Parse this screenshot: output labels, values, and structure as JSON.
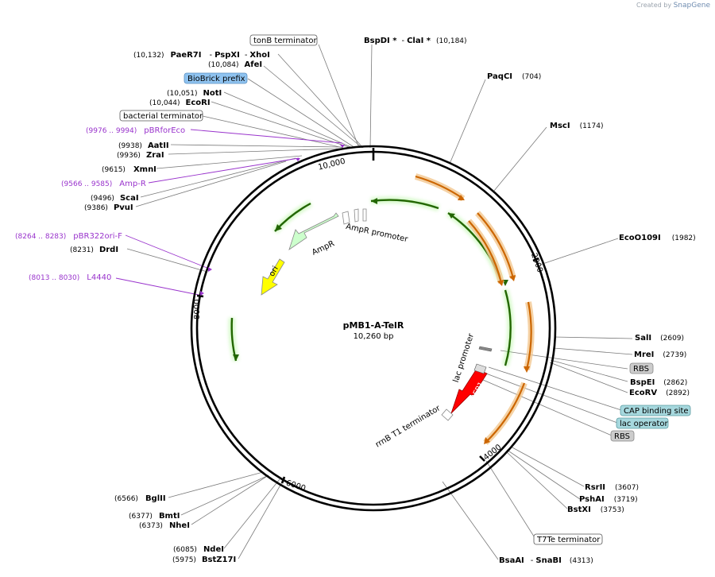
{
  "brand": {
    "created_by": "Created by",
    "name": "SnapGene"
  },
  "plasmid": {
    "name": "pMB1-A-TelR",
    "size_label": "10,260 bp",
    "length": 10260
  },
  "ticks": [
    "10,000",
    "2000",
    "4000",
    "6000",
    "8000"
  ],
  "features": [
    {
      "label": "ori",
      "color": "#ffff00"
    },
    {
      "label": "AmpR",
      "color": "#ccffcc"
    },
    {
      "label": "AmpR promoter",
      "color": "#ffffff"
    },
    {
      "label": "mRFP1",
      "color": "#ff0000"
    },
    {
      "label": "lac promoter",
      "color": "#ffffff"
    },
    {
      "label": "rrnB T1 terminator",
      "color": "#ffffff"
    }
  ],
  "annotations": [
    {
      "label": "tonB terminator",
      "kind": "box-white"
    },
    {
      "label": "BioBrick prefix",
      "kind": "box-blue"
    },
    {
      "label": "bacterial terminator",
      "kind": "box-white"
    },
    {
      "label": "RBS",
      "kind": "box-gray"
    },
    {
      "label": "CAP binding site",
      "kind": "box-teal"
    },
    {
      "label": "lac operator",
      "kind": "box-teal"
    },
    {
      "label": "RBS",
      "kind": "box-gray"
    },
    {
      "label": "T7Te terminator",
      "kind": "box-white"
    }
  ],
  "primers": [
    {
      "range": "(9976 .. 9994)",
      "name": "pBRforEco"
    },
    {
      "range": "(9566 .. 9585)",
      "name": "Amp-R"
    },
    {
      "range": "(8264 .. 8283)",
      "name": "pBR322ori-F"
    },
    {
      "range": "(8013 .. 8030)",
      "name": "L4440"
    }
  ],
  "sites": [
    {
      "label": "PaeR7I",
      "pos": "(10,132)"
    },
    {
      "label": "PspXI",
      "pos": ""
    },
    {
      "label": "XhoI",
      "pos": ""
    },
    {
      "label": "AfeI",
      "pos": "(10,084)"
    },
    {
      "label": "NotI",
      "pos": "(10,051)"
    },
    {
      "label": "EcoRI",
      "pos": "(10,044)"
    },
    {
      "label": "AatII",
      "pos": "(9938)"
    },
    {
      "label": "ZraI",
      "pos": "(9936)"
    },
    {
      "label": "XmnI",
      "pos": "(9615)"
    },
    {
      "label": "ScaI",
      "pos": "(9496)"
    },
    {
      "label": "PvuI",
      "pos": "(9386)"
    },
    {
      "label": "DrdI",
      "pos": "(8231)"
    },
    {
      "label": "BspDI *",
      "pos": ""
    },
    {
      "label": "ClaI *",
      "pos": "(10,184)"
    },
    {
      "label": "PaqCI",
      "pos": "(704)"
    },
    {
      "label": "MscI",
      "pos": "(1174)"
    },
    {
      "label": "EcoO109I",
      "pos": "(1982)"
    },
    {
      "label": "SalI",
      "pos": "(2609)"
    },
    {
      "label": "MreI",
      "pos": "(2739)"
    },
    {
      "label": "BspEI",
      "pos": "(2862)"
    },
    {
      "label": "EcoRV",
      "pos": "(2892)"
    },
    {
      "label": "RsrII",
      "pos": "(3607)"
    },
    {
      "label": "PshAI",
      "pos": "(3719)"
    },
    {
      "label": "BstXI",
      "pos": "(3753)"
    },
    {
      "label": "BsaAI",
      "pos": ""
    },
    {
      "label": "SnaBI",
      "pos": "(4313)"
    },
    {
      "label": "BglII",
      "pos": "(6566)"
    },
    {
      "label": "BmtI",
      "pos": "(6377)"
    },
    {
      "label": "NheI",
      "pos": "(6373)"
    },
    {
      "label": "NdeI",
      "pos": "(6085)"
    },
    {
      "label": "BstZ17I",
      "pos": "(5975)"
    }
  ],
  "colors": {
    "primer": "#9933cc",
    "orf_green": "#226600",
    "orf_orange": "#cc6600",
    "box_blue": "#8fc3f0",
    "box_teal": "#a6d8de",
    "box_gray": "#cccccc"
  }
}
